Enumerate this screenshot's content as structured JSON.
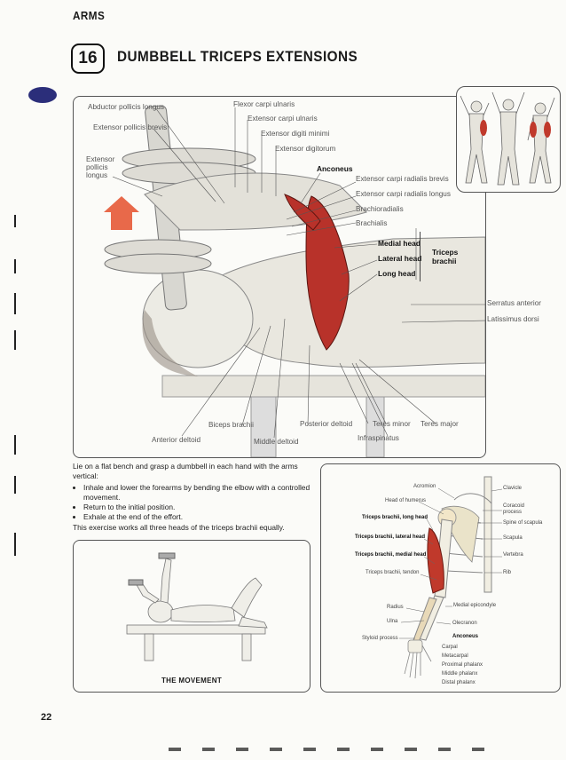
{
  "header": {
    "section": "ARMS",
    "number": "16",
    "title": "DUMBBELL TRICEPS EXTENSIONS"
  },
  "main_labels": {
    "abductor_pollicis_longus": "Abductor pollicis longus",
    "extensor_pollicis_brevis": "Extensor pollicis brevis",
    "extensor_pollicis_longus": "Extensor\npollicis\nlongus",
    "flexor_carpi_ulnaris": "Flexor carpi ulnaris",
    "extensor_carpi_ulnaris": "Extensor carpi ulnaris",
    "extensor_digiti_minimi": "Extensor digiti minimi",
    "extensor_digitorum": "Extensor digitorum",
    "anconeus": "Anconeus",
    "ecr_brevis": "Extensor carpi radialis brevis",
    "ecr_longus": "Extensor carpi radialis longus",
    "brachioradialis": "Brachioradialis",
    "brachialis": "Brachialis",
    "medial_head": "Medial head",
    "lateral_head": "Lateral head",
    "long_head": "Long head",
    "triceps_brachii": "Triceps\nbrachii",
    "serratus_anterior": "Serratus anterior",
    "latissimus_dorsi": "Latissimus dorsi",
    "biceps_brachii": "Biceps brachii",
    "posterior_deltoid": "Posterior deltoid",
    "teres_minor": "Teres minor",
    "teres_major": "Teres major",
    "anterior_deltoid": "Anterior deltoid",
    "middle_deltoid": "Middle deltoid",
    "infraspinatus": "Infraspinatus"
  },
  "description": {
    "intro": "Lie on a flat bench and grasp a dumbbell in each hand with the arms vertical:",
    "steps": [
      "Inhale and lower the forearms by bending the elbow with a controlled movement.",
      "Return to the initial position.",
      "Exhale at the end of the effort."
    ],
    "note": "This exercise works all three heads of the triceps brachii equally."
  },
  "movement_caption": "THE MOVEMENT",
  "skeleton_labels": {
    "acromion": "Acromion",
    "clavicle": "Clavicle",
    "head_of_humerus": "Head of humerus",
    "coracoid_process": "Coracoid\nprocess",
    "triceps_long_head": "Triceps brachii, long head",
    "spine_of_scapula": "Spine of scapula",
    "triceps_lateral_head": "Triceps brachii, lateral head",
    "scapula": "Scapula",
    "triceps_medial_head": "Triceps brachii, medial head",
    "vertebra": "Vertebra",
    "triceps_tendon": "Triceps brachii, tendon",
    "rib": "Rib",
    "medial_epicondyle": "Medial epicondyle",
    "radius": "Radius",
    "ulna": "Ulna",
    "olecranon": "Olecranon",
    "anconeus": "Anconeus",
    "styloid_process": "Styloid process",
    "carpal": "Carpal",
    "metacarpal": "Metacarpal",
    "proximal_phalanx": "Proximal phalanx",
    "middle_phalanx": "Middle phalanx",
    "distal_phalanx": "Distal phalanx"
  },
  "page_number": "22",
  "colors": {
    "accent_blob": "#2b2e7a",
    "muscle_red": "#b8322a",
    "arrow_red": "#e8694a"
  }
}
